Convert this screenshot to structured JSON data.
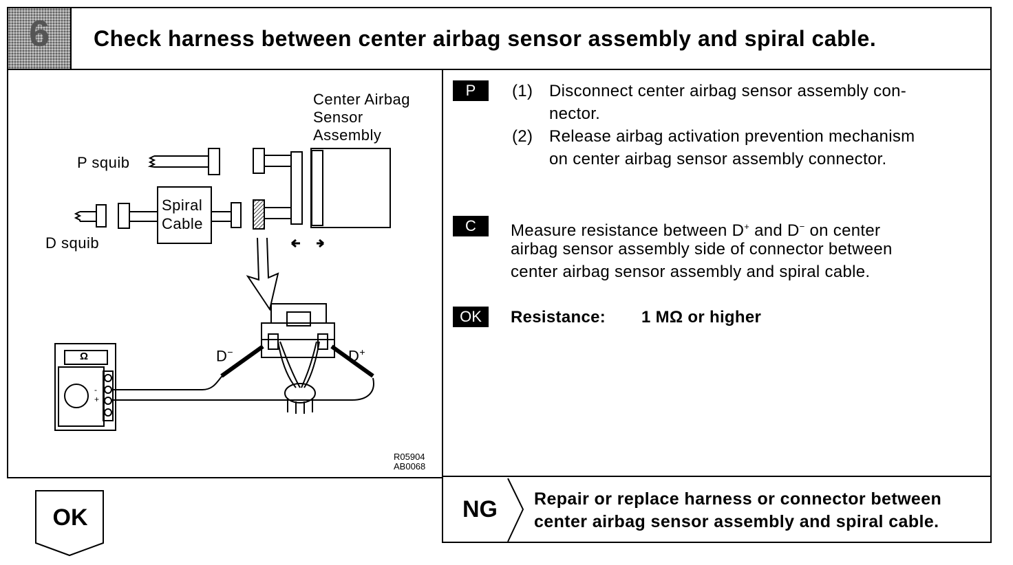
{
  "header": {
    "step_number": "6",
    "title": "Check harness between center airbag sensor assembly and spiral cable."
  },
  "diagram": {
    "sensor_label_line1": "Center Airbag",
    "sensor_label_line2": "Sensor",
    "sensor_label_line3": "Assembly",
    "p_squib_label": "P squib",
    "d_squib_label": "D squib",
    "spiral_label_line1": "Spiral",
    "spiral_label_line2": "Cable",
    "d_minus_label": "D",
    "d_plus_label": "D",
    "ohm_label": "Ω",
    "meter_minus": "-",
    "meter_plus": "+",
    "code1": "R05904",
    "code2": "AB0068"
  },
  "procedure": {
    "p_tag": "P",
    "step1_num": "(1)",
    "step1_line1": "Disconnect center airbag sensor assembly con-",
    "step1_line2": "nector.",
    "step2_num": "(2)",
    "step2_line1": "Release airbag activation prevention mechanism",
    "step2_line2": "on center airbag sensor assembly connector.",
    "c_tag": "C",
    "measure_line1": "Measure resistance between D",
    "measure_and": "and D",
    "measure_tail": "on center",
    "measure_line2": "airbag sensor assembly side of connector between",
    "measure_line3": "center airbag sensor assembly and spiral cable.",
    "ok_tag": "OK",
    "resistance_label": "Resistance:",
    "resistance_value": "1 MΩ or higher"
  },
  "footer": {
    "ok_label": "OK",
    "ng_label": "NG",
    "ng_line1": "Repair or replace harness or connector between",
    "ng_line2": "center airbag sensor assembly and spiral cable."
  }
}
